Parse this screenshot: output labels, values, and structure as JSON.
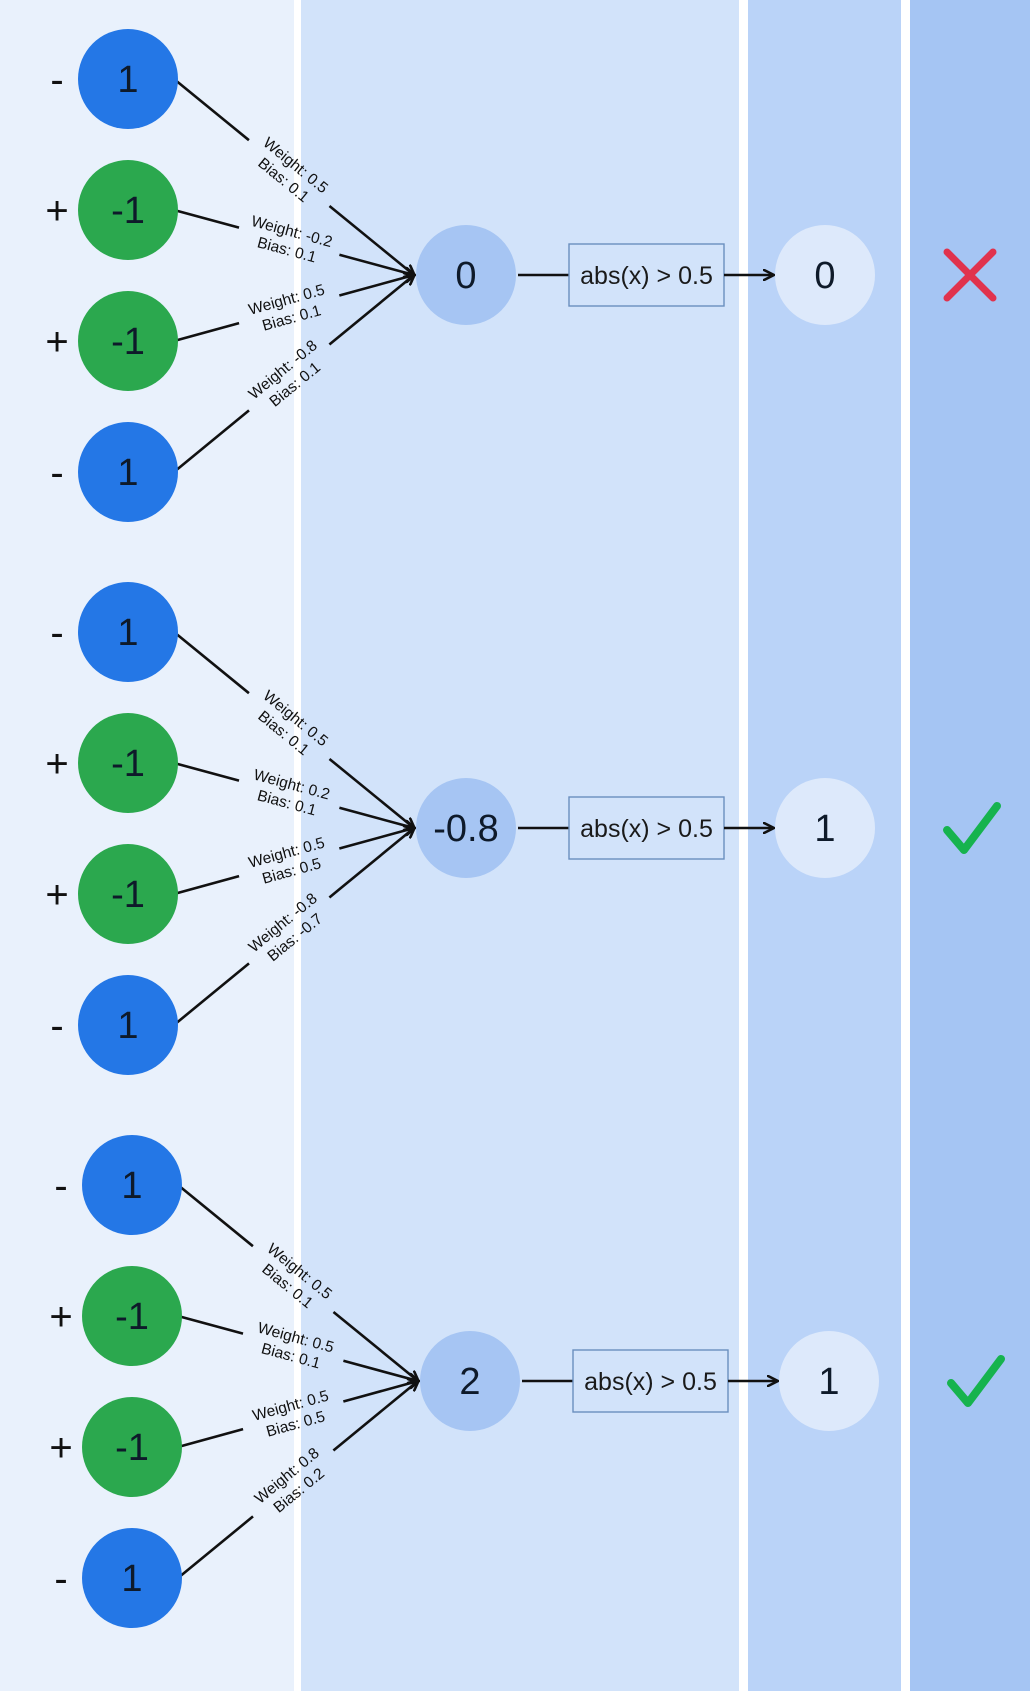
{
  "colors": {
    "col1_bg": "#e9f1fc",
    "col2_bg": "#d2e3fa",
    "col3_bg": "#bad3f8",
    "col4_bg": "#a5c5f3",
    "input_positive": "#2ba84e",
    "input_negative": "#2477e6",
    "sum_node": "#a6c5f3",
    "output_node": "#dde9fb",
    "cross": "#e0334d",
    "check": "#16b34e",
    "line": "#111111"
  },
  "blocks": [
    {
      "inputs": [
        {
          "sign": "-",
          "value": "1",
          "kind": "negative"
        },
        {
          "sign": "+",
          "value": "-1",
          "kind": "positive"
        },
        {
          "sign": "+",
          "value": "-1",
          "kind": "positive"
        },
        {
          "sign": "-",
          "value": "1",
          "kind": "negative"
        }
      ],
      "edges": [
        {
          "weight": "Weight: 0.5",
          "bias": "Bias: 0.1"
        },
        {
          "weight": "Weight: -0.2",
          "bias": "Bias: 0.1"
        },
        {
          "weight": "Weight: 0.5",
          "bias": "Bias: 0.1"
        },
        {
          "weight": "Weight: -0.8",
          "bias": "Bias: 0.1"
        }
      ],
      "sum": "0",
      "activation": "abs(x) > 0.5",
      "output": "0",
      "result": "cross",
      "result_icon": "cross-icon"
    },
    {
      "inputs": [
        {
          "sign": "-",
          "value": "1",
          "kind": "negative"
        },
        {
          "sign": "+",
          "value": "-1",
          "kind": "positive"
        },
        {
          "sign": "+",
          "value": "-1",
          "kind": "positive"
        },
        {
          "sign": "-",
          "value": "1",
          "kind": "negative"
        }
      ],
      "edges": [
        {
          "weight": "Weight: 0.5",
          "bias": "Bias: 0.1"
        },
        {
          "weight": "Weight: 0.2",
          "bias": "Bias: 0.1"
        },
        {
          "weight": "Weight: 0.5",
          "bias": "Bias: 0.5"
        },
        {
          "weight": "Weight: -0.8",
          "bias": "Bias: -0.7"
        }
      ],
      "sum": "-0.8",
      "activation": "abs(x) > 0.5",
      "output": "1",
      "result": "check",
      "result_icon": "check-icon"
    },
    {
      "inputs": [
        {
          "sign": "-",
          "value": "1",
          "kind": "negative"
        },
        {
          "sign": "+",
          "value": "-1",
          "kind": "positive"
        },
        {
          "sign": "+",
          "value": "-1",
          "kind": "positive"
        },
        {
          "sign": "-",
          "value": "1",
          "kind": "negative"
        }
      ],
      "edges": [
        {
          "weight": "Weight: 0.5",
          "bias": "Bias: 0.1"
        },
        {
          "weight": "Weight: 0.5",
          "bias": "Bias: 0.1"
        },
        {
          "weight": "Weight: 0.5",
          "bias": "Bias: 0.5"
        },
        {
          "weight": "Weight: 0.8",
          "bias": "Bias: 0.2"
        }
      ],
      "sum": "2",
      "activation": "abs(x) > 0.5",
      "output": "1",
      "result": "check",
      "result_icon": "check-icon"
    }
  ]
}
